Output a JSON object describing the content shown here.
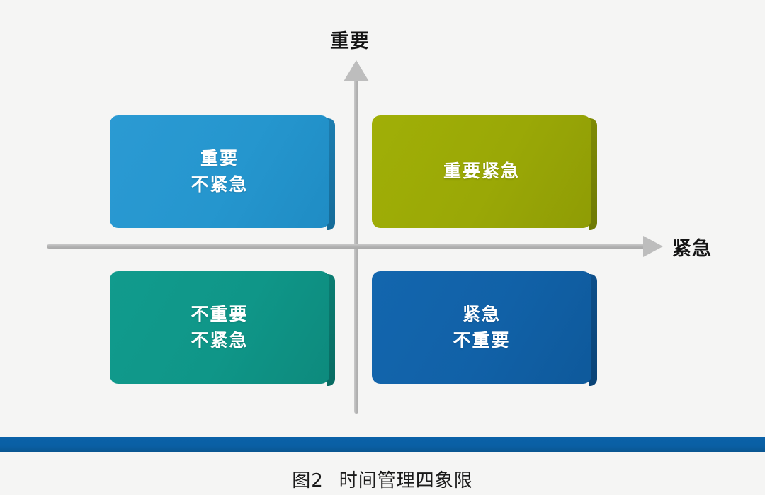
{
  "figure": {
    "caption_number": "图2",
    "caption_title": "时间管理四象限",
    "background_color": "#f5f5f4",
    "rule_color": "#0a5fa4"
  },
  "axes": {
    "vertical": {
      "label": "重要",
      "arrow_direction": "up",
      "line_color": "#b6b6b6",
      "arrow_color": "#bdbdbd"
    },
    "horizontal": {
      "label": "紧急",
      "arrow_direction": "right",
      "line_color": "#b6b6b6",
      "arrow_color": "#bdbdbd"
    }
  },
  "quadrants": [
    {
      "id": "important-not-urgent",
      "position": "top-left",
      "lines": [
        "重要",
        "不紧急"
      ],
      "line1": "重要",
      "line2": "不紧急",
      "color": "#2596ce",
      "shadow_color": "#156b98",
      "text_color": "#ffffff"
    },
    {
      "id": "important-urgent",
      "position": "top-right",
      "lines": [
        "重要紧急"
      ],
      "line1": "重要紧急",
      "line2": "",
      "color": "#9aa806",
      "shadow_color": "#6e7a04",
      "text_color": "#ffffff"
    },
    {
      "id": "not-important-not-urgent",
      "position": "bottom-left",
      "lines": [
        "不重要",
        "不紧急"
      ],
      "line1": "不重要",
      "line2": "不紧急",
      "color": "#0f9688",
      "shadow_color": "#086b62",
      "text_color": "#ffffff"
    },
    {
      "id": "urgent-not-important",
      "position": "bottom-right",
      "lines": [
        "紧急",
        "不重要"
      ],
      "line1": "紧急",
      "line2": "不重要",
      "color": "#1161a7",
      "shadow_color": "#0a4376",
      "text_color": "#ffffff"
    }
  ]
}
